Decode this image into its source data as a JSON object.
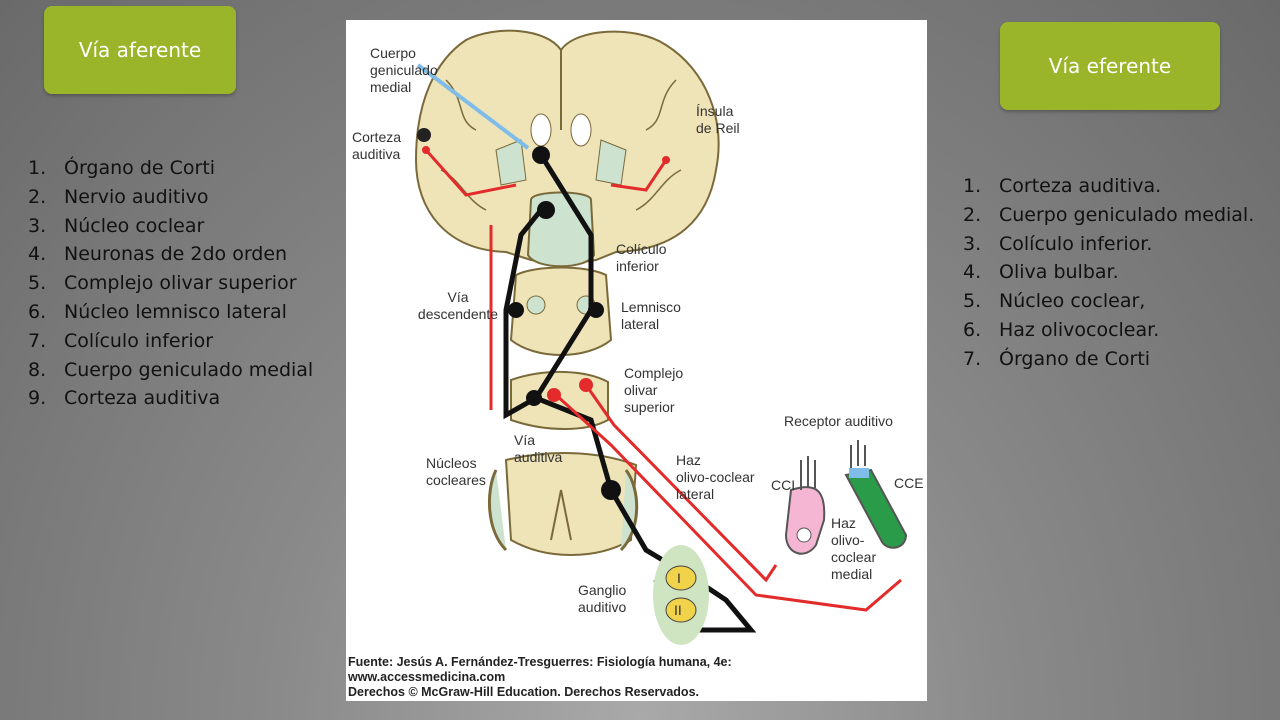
{
  "left_panel": {
    "title": "Vía aferente",
    "items": [
      {
        "num": "1.",
        "label": "Órgano de Corti"
      },
      {
        "num": "2.",
        "label": "Nervio auditivo"
      },
      {
        "num": "3.",
        "label": "Núcleo coclear"
      },
      {
        "num": "4.",
        "label": "Neuronas de 2do orden"
      },
      {
        "num": "5.",
        "label": "Complejo olivar superior"
      },
      {
        "num": "6.",
        "label": "Núcleo lemnisco lateral"
      },
      {
        "num": "7.",
        "label": "Colículo inferior"
      },
      {
        "num": "8.",
        "label": "Cuerpo geniculado medial"
      },
      {
        "num": "9.",
        "label": "Corteza auditiva"
      }
    ]
  },
  "right_panel": {
    "title": "Vía eferente",
    "items": [
      {
        "num": "1.",
        "label": "Corteza auditiva."
      },
      {
        "num": "2.",
        "label": "Cuerpo geniculado medial."
      },
      {
        "num": "3.",
        "label": "Colículo inferior."
      },
      {
        "num": "4.",
        "label": "Oliva bulbar."
      },
      {
        "num": "5.",
        "label": "Núcleo coclear,"
      },
      {
        "num": "6.",
        "label": "Haz olivococlear."
      },
      {
        "num": "7.",
        "label": "Órgano de Corti"
      }
    ]
  },
  "diagram": {
    "labels": {
      "cuerpo_geniculado": [
        "Cuerpo",
        "geniculado",
        "medial"
      ],
      "corteza_auditiva": [
        "Corteza",
        "auditiva"
      ],
      "insula": [
        "Ínsula",
        "de Reil"
      ],
      "coliculo": [
        "Colículo",
        "inferior"
      ],
      "via_descendente": [
        "Vía",
        "descendente"
      ],
      "lemnisco": [
        "Lemnisco",
        "lateral"
      ],
      "complejo_olivar": [
        "Complejo",
        "olivar",
        "superior"
      ],
      "receptor": "Receptor auditivo",
      "via_auditiva": [
        "Vía",
        "auditiva"
      ],
      "nucleos_cocleares": [
        "Núcleos",
        "cocleares"
      ],
      "haz_lateral": [
        "Haz",
        "olivo-coclear",
        "lateral"
      ],
      "cci": "CCI",
      "cce": "CCE",
      "haz_medial": [
        "Haz",
        "olivo-",
        "coclear",
        "medial"
      ],
      "ganglio": [
        "Ganglio",
        "auditivo"
      ],
      "roman_1": "I",
      "roman_2": "II"
    },
    "source": [
      "Fuente: Jesús A. Fernández-Tresguerres: Fisiología humana, 4e:",
      "www.accessmedicina.com",
      "Derechos © McGraw-Hill Education. Derechos Reservados."
    ]
  }
}
